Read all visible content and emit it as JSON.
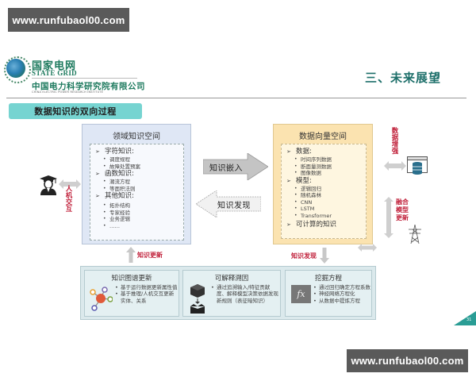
{
  "watermarks": {
    "top": "www.runfubaol00.com",
    "bottom": "www.runfubaol00.com"
  },
  "header": {
    "logo_cn": "国家电网",
    "logo_en": "STATE GRID",
    "institute_cn": "中国电力科学研究院有限公司",
    "institute_en": "CHINA ELECTRIC POWER RESEARCH INSTITUTE",
    "section_title": "三、未来展望"
  },
  "section_tag": "数据知识的双向过程",
  "left_box": {
    "title": "领域知识空间",
    "groups": [
      {
        "head": "字符知识:",
        "items": [
          "调度规程",
          "故障处置预案"
        ]
      },
      {
        "head": "函数知识:",
        "items": [
          "潮流方程",
          "等面积法则"
        ]
      },
      {
        "head": "其他知识:",
        "items": [
          "拓扑结构",
          "专家经验",
          "业务逻辑",
          "……"
        ]
      }
    ]
  },
  "right_box": {
    "title": "数据向量空间",
    "groups": [
      {
        "head": "数据:",
        "items": [
          "时间序列数据",
          "断面量测数据",
          "图像数据"
        ]
      },
      {
        "head": "模型:",
        "items": [
          "逻辑回归",
          "随机森林",
          "CNN",
          "LSTM",
          "Transformer"
        ]
      },
      {
        "head": "可计算的知识",
        "items": []
      }
    ]
  },
  "arrows": {
    "embed": "知识嵌入",
    "discover": "知识发现"
  },
  "side_labels": {
    "human_interaction": "人机交互",
    "data_enhance": "数据增强",
    "fusion_update": "融合模型更新",
    "knowledge_update": "知识更新",
    "knowledge_discovery": "知识发现"
  },
  "bottom_panels": [
    {
      "title": "知识图谱更新",
      "icon": "knowledge-graph-icon",
      "items": [
        "基于运行数据更新属性值",
        "基于推理/人机交互更新实体、关系"
      ]
    },
    {
      "title": "可解释溯因",
      "icon": "black-box-icon",
      "items": [
        "通过追溯输入/特征贡献度、解释模型决策依据发现新规则（表征暗知识）"
      ]
    },
    {
      "title": "挖掘方程",
      "icon": "fx-icon",
      "icon_text": "fx",
      "items": [
        "通过回归确定方程系数",
        "神经网络方程化",
        "从数据中提炼方程"
      ]
    }
  ],
  "page_number": "31",
  "colors": {
    "brand_green": "#1d7a5e",
    "title_teal": "#1d6f6a",
    "tag_teal": "#76d4d1",
    "left_box_bg": "#dfe7f5",
    "right_box_bg": "#fbe3b0",
    "label_red": "#c0203a",
    "bottom_panel_bg": "#dbe9ec"
  }
}
